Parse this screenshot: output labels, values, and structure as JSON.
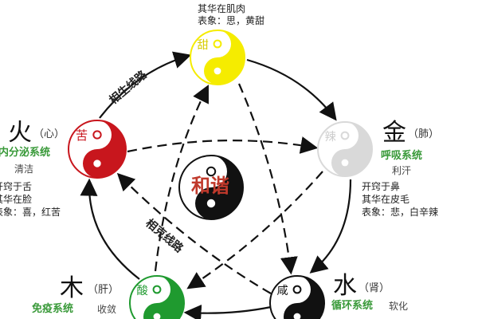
{
  "center": {
    "label": "和谐",
    "color": "#c0392b"
  },
  "routes": {
    "generating": "相生线路",
    "restraining": "相克线路"
  },
  "elements": {
    "earth": {
      "taste": "甜",
      "color": "#f5ec00",
      "lines": [
        "其华在肌肉",
        "表象：思，黄甜"
      ]
    },
    "fire": {
      "name": "火",
      "organ": "（心）",
      "system": "内分泌系统",
      "function": "清洁",
      "taste": "苦",
      "color": "#c8161d",
      "lines": [
        "开窍于舌",
        "其华在脸",
        "表象：喜，红苦"
      ]
    },
    "metal": {
      "name": "金",
      "organ": "（肺）",
      "system": "呼吸系统",
      "function": "利汗",
      "taste": "辣",
      "color": "#d9d9d9",
      "lines": [
        "开窍于鼻",
        "其华在皮毛",
        "表象：悲，白辛辣"
      ]
    },
    "wood": {
      "name": "木",
      "organ": "（肝）",
      "system": "免疫系统",
      "function": "收敛",
      "taste": "酸",
      "color": "#1f9a2f"
    },
    "water": {
      "name": "水",
      "organ": "（肾）",
      "system": "循环系统",
      "function": "软化",
      "taste": "咸",
      "color": "#111111"
    }
  }
}
